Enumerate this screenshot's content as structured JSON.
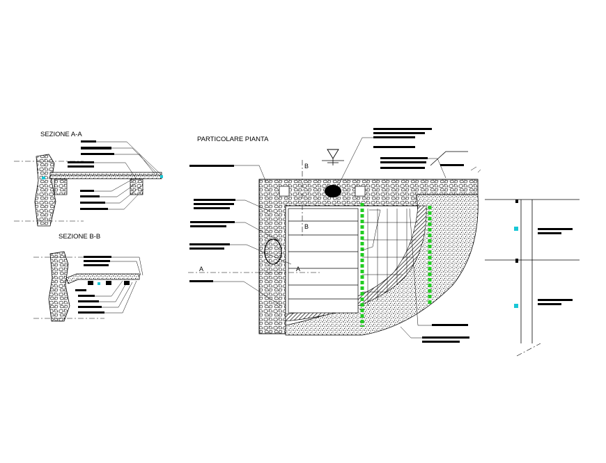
{
  "sections": {
    "section_a_title": "SEZIONE A-A",
    "section_b_title": "SEZIONE B-B"
  },
  "plan": {
    "title": "PARTICOLARE PIANTA",
    "cut_a_left": "A",
    "cut_a_right": "A",
    "cut_b_top": "B",
    "cut_b_inner": "B"
  },
  "colors": {
    "reinforcement": "#22cc22",
    "markers": "#19c7d6",
    "ink": "#000000"
  }
}
